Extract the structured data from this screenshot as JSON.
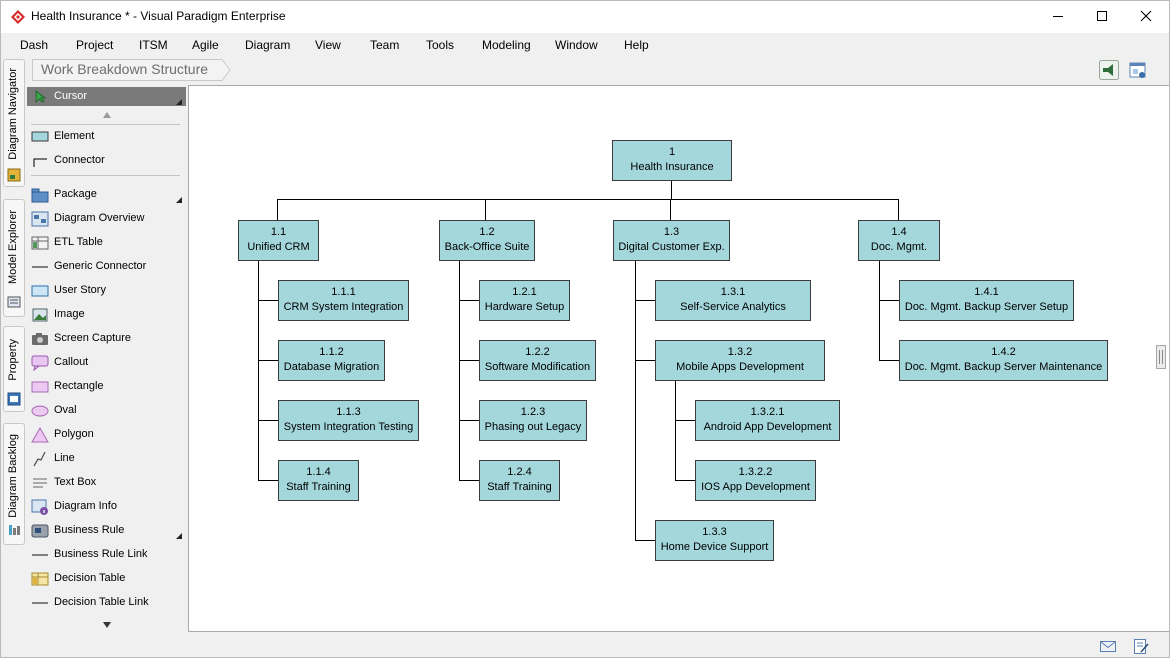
{
  "window": {
    "title": "Health Insurance * - Visual Paradigm Enterprise",
    "controls": [
      "minimize-icon",
      "maximize-icon",
      "close-icon"
    ]
  },
  "menu": [
    "Dash",
    "Project",
    "ITSM",
    "Agile",
    "Diagram",
    "View",
    "Team",
    "Tools",
    "Modeling",
    "Window",
    "Help"
  ],
  "breadcrumb": "Work Breakdown Structure",
  "left_tabs": [
    "Diagram Navigator",
    "Model Explorer",
    "Property",
    "Diagram Backlog"
  ],
  "palette": {
    "cursor": "Cursor",
    "items": [
      "Element",
      "Connector",
      "Package",
      "Diagram Overview",
      "ETL Table",
      "Generic Connector",
      "User Story",
      "Image",
      "Screen Capture",
      "Callout",
      "Rectangle",
      "Oval",
      "Polygon",
      "Line",
      "Text Box",
      "Diagram Info",
      "Business Rule",
      "Business Rule Link",
      "Decision Table",
      "Decision Table Link"
    ]
  },
  "wbs": {
    "root": {
      "id": "1",
      "name": "Health Insurance"
    },
    "nodes": [
      {
        "id": "1.1",
        "name": "Unified CRM"
      },
      {
        "id": "1.1.1",
        "name": "CRM System Integration"
      },
      {
        "id": "1.1.2",
        "name": "Database Migration"
      },
      {
        "id": "1.1.3",
        "name": "System Integration Testing"
      },
      {
        "id": "1.1.4",
        "name": "Staff Training"
      },
      {
        "id": "1.2",
        "name": "Back-Office Suite"
      },
      {
        "id": "1.2.1",
        "name": "Hardware Setup"
      },
      {
        "id": "1.2.2",
        "name": "Software Modification"
      },
      {
        "id": "1.2.3",
        "name": "Phasing out Legacy"
      },
      {
        "id": "1.2.4",
        "name": "Staff Training"
      },
      {
        "id": "1.3",
        "name": "Digital Customer Exp."
      },
      {
        "id": "1.3.1",
        "name": "Self-Service Analytics"
      },
      {
        "id": "1.3.2",
        "name": "Mobile Apps Development"
      },
      {
        "id": "1.3.2.1",
        "name": "Android App Development"
      },
      {
        "id": "1.3.2.2",
        "name": "IOS App Development"
      },
      {
        "id": "1.3.3",
        "name": "Home Device Support"
      },
      {
        "id": "1.4",
        "name": "Doc. Mgmt."
      },
      {
        "id": "1.4.1",
        "name": "Doc. Mgmt. Backup Server Setup"
      },
      {
        "id": "1.4.2",
        "name": "Doc. Mgmt. Backup Server Maintenance"
      }
    ]
  },
  "colors": {
    "node_fill": "#a4d7dc",
    "node_border": "#3c3c3c",
    "canvas": "#ffffff",
    "chrome": "#f0f0f0"
  },
  "status_icons": [
    "mail-icon",
    "edit-document-icon"
  ]
}
